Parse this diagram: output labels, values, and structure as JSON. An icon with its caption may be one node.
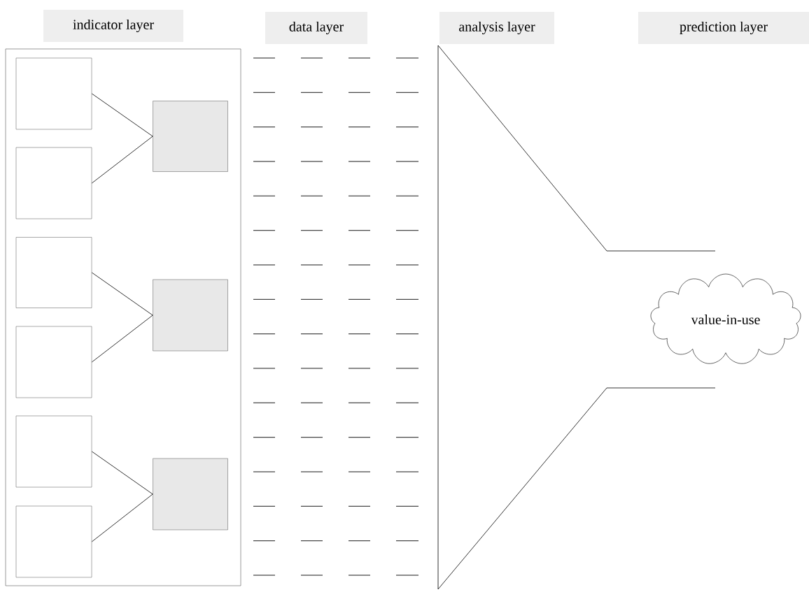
{
  "diagram": {
    "nodes": [
      {
        "text": [
          "indicator layer"
        ]
      },
      {
        "text": [
          "data layer"
        ]
      },
      {
        "text": [
          "analysis layer"
        ]
      },
      {
        "text": [
          "prediction layer"
        ]
      },
      {
        "text": [],
        "shape": "box"
      },
      {
        "text": [],
        "shape": "box",
        "in": 4
      },
      {
        "text": [],
        "shape": "box",
        "in": 4
      },
      {
        "text": [],
        "shape": "box",
        "in": 4
      },
      {
        "text": [],
        "shape": "box",
        "in": 4
      },
      {
        "text": [],
        "shape": "box",
        "in": 4
      },
      {
        "text": [],
        "shape": "box",
        "in": 4
      },
      {
        "text": [],
        "shape": "box",
        "in": 4
      },
      {
        "text": [],
        "shape": "box",
        "in": 4
      },
      {
        "text": [],
        "shape": "box",
        "in": 4
      },
      {
        "text": [
          "value-in-use"
        ]
      }
    ],
    "edges": [
      {
        "from": 5,
        "to": 7,
        "arrow": "none"
      },
      {
        "from": 6,
        "to": 7,
        "arrow": "none"
      },
      {
        "from": 8,
        "to": 10,
        "arrow": "none"
      },
      {
        "from": 9,
        "to": 10,
        "arrow": "none"
      },
      {
        "from": 11,
        "to": 13,
        "arrow": "none"
      },
      {
        "from": 12,
        "to": 13,
        "arrow": "none"
      }
    ]
  }
}
